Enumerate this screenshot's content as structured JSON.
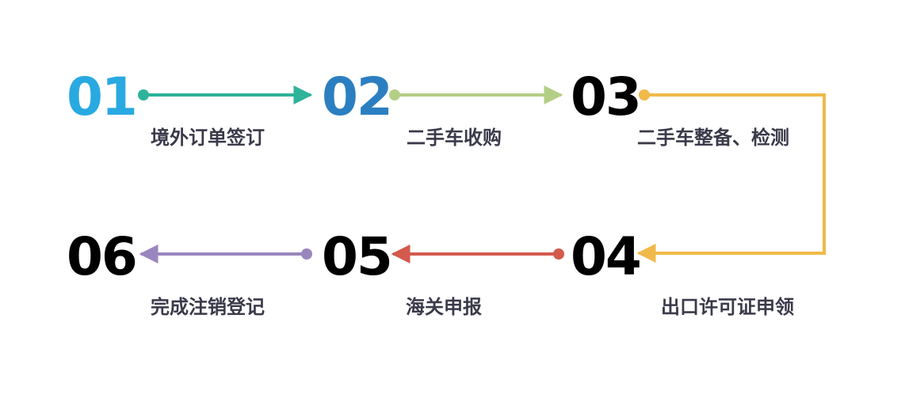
{
  "steps": [
    {
      "number": "01",
      "label": "境外订单签订",
      "color": "#29a9e1"
    },
    {
      "number": "02",
      "label": "二手车收购",
      "color": "#2b7fc1"
    },
    {
      "number": "03",
      "label": "二手车整备、检测",
      "color": "#000000"
    },
    {
      "number": "04",
      "label": "出口许可证申领",
      "color": "#000000"
    },
    {
      "number": "05",
      "label": "海关申报",
      "color": "#000000"
    },
    {
      "number": "06",
      "label": "完成注销登记",
      "color": "#000000"
    }
  ],
  "connector_colors": {
    "c1": "#2db39a",
    "c2": "#b3cf86",
    "c3": "#f0b94a",
    "c4": "#d35a4c",
    "c5": "#9a86bf"
  }
}
